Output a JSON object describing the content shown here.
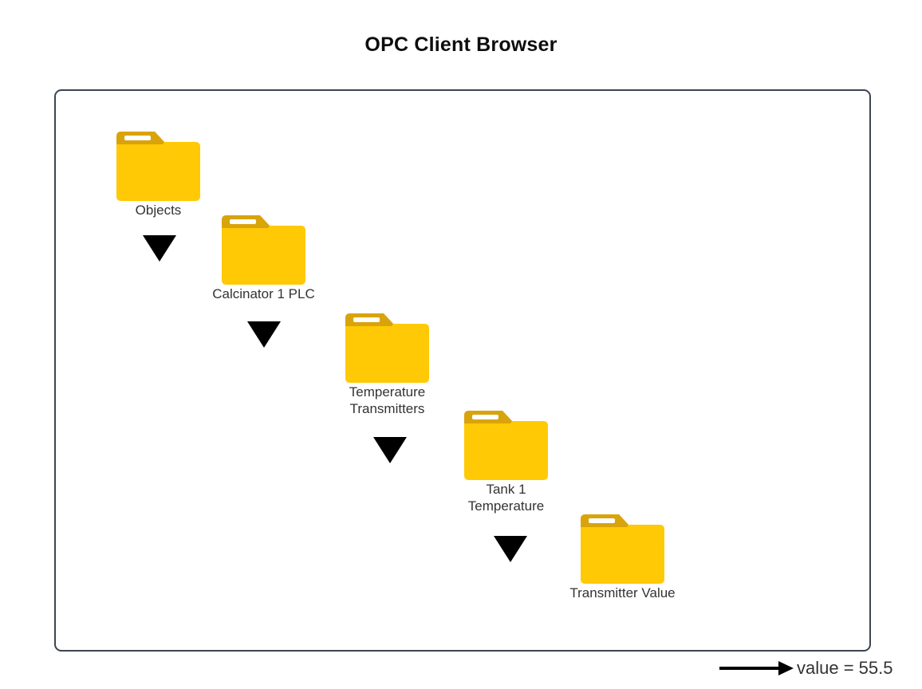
{
  "page": {
    "title": "OPC Client Browser"
  },
  "diagram": {
    "type": "tree-browser-path",
    "nodes": [
      {
        "icon": "folder-icon",
        "label": "Objects",
        "label_lines": [
          "Objects"
        ]
      },
      {
        "icon": "folder-icon",
        "label": "Calcinator 1 PLC",
        "label_lines": [
          "Calcinator 1 PLC"
        ]
      },
      {
        "icon": "folder-icon",
        "label": "Temperature Transmitters",
        "label_lines": [
          "Temperature",
          "Transmitters"
        ]
      },
      {
        "icon": "folder-icon",
        "label": "Tank 1 Temperature",
        "label_lines": [
          "Tank 1",
          "Temperature"
        ]
      },
      {
        "icon": "folder-icon",
        "label": "Transmitter Value",
        "label_lines": [
          "Transmitter Value"
        ]
      }
    ],
    "connectors": [
      {
        "icon": "down-triangle-icon",
        "from": "Objects",
        "to": "Calcinator 1 PLC"
      },
      {
        "icon": "down-triangle-icon",
        "from": "Calcinator 1 PLC",
        "to": "Temperature Transmitters"
      },
      {
        "icon": "down-triangle-icon",
        "from": "Temperature Transmitters",
        "to": "Tank 1 Temperature"
      },
      {
        "icon": "down-triangle-icon",
        "from": "Tank 1 Temperature",
        "to": "Transmitter Value"
      }
    ],
    "value_readout": {
      "icon": "right-arrow-icon",
      "text": "value = 55.5",
      "variable": "value",
      "value": "55.5"
    }
  },
  "colors": {
    "folder_body": "#FFC905",
    "folder_tab": "#D9A30B",
    "folder_slot": "#FFFFFF",
    "frame_border": "#3B4551",
    "label_text": "#333333",
    "title_text": "#0D0D0D",
    "connector": "#000000",
    "background": "#FFFFFF"
  }
}
